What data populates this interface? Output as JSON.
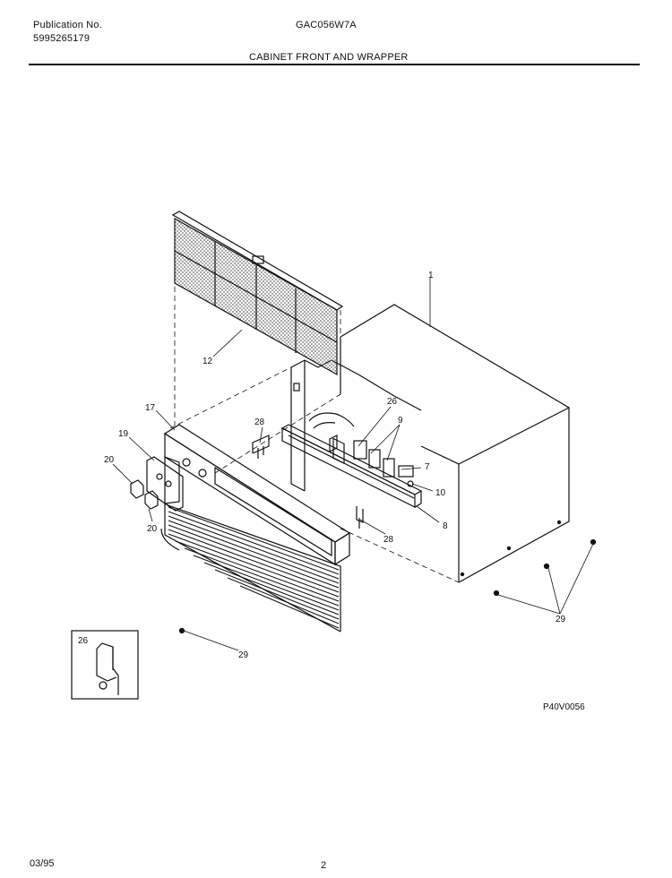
{
  "header": {
    "publication_label": "Publication No.",
    "publication_number": "5995265179",
    "model": "GAC056W7A",
    "section_title": "CABINET FRONT AND WRAPPER"
  },
  "callouts": {
    "c1": "1",
    "c7": "7",
    "c8": "8",
    "c9": "9",
    "c10": "10",
    "c12": "12",
    "c17": "17",
    "c19": "19",
    "c20a": "20",
    "c20b": "20",
    "c26": "26",
    "c28a": "28",
    "c28b": "28",
    "c29a": "29",
    "c29b": "29",
    "inset26": "26"
  },
  "figure_code": "P40V0056",
  "footer": {
    "date": "03/95",
    "page": "2"
  }
}
